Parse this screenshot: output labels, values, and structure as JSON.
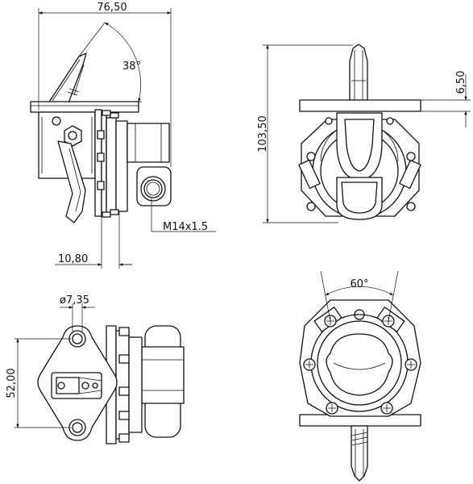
{
  "dimensions": {
    "overall_width": "76,50",
    "lever_angle": "38°",
    "overall_height": "103,50",
    "flange_thickness": "6,50",
    "thread": "M14x1.5",
    "body_offset": "10,80",
    "hole_diameter": "ø7,35",
    "hole_spacing": "52,00",
    "housing_angle": "60°"
  }
}
